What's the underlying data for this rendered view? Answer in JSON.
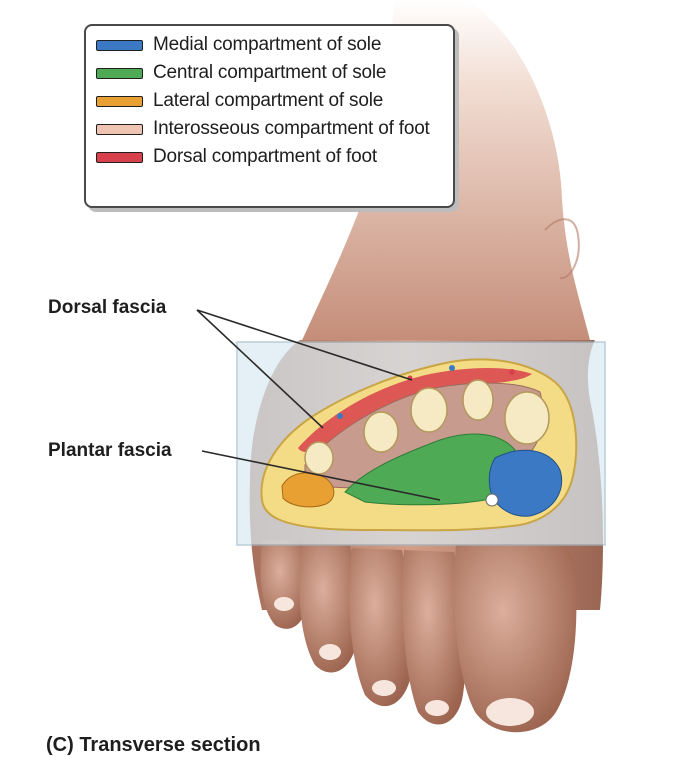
{
  "legend": {
    "items": [
      {
        "label": "Medial compartment of sole",
        "color": "#3b79c4"
      },
      {
        "label": "Central compartment of sole",
        "color": "#4eaa55"
      },
      {
        "label": "Lateral compartment of sole",
        "color": "#e8a033"
      },
      {
        "label": "Interosseous compartment of foot",
        "color": "#efc4b3"
      },
      {
        "label": "Dorsal compartment of foot",
        "color": "#d8404c"
      }
    ]
  },
  "labels": {
    "dorsal_fascia": "Dorsal fascia",
    "plantar_fascia": "Plantar fascia"
  },
  "caption": "(C) Transverse section"
}
